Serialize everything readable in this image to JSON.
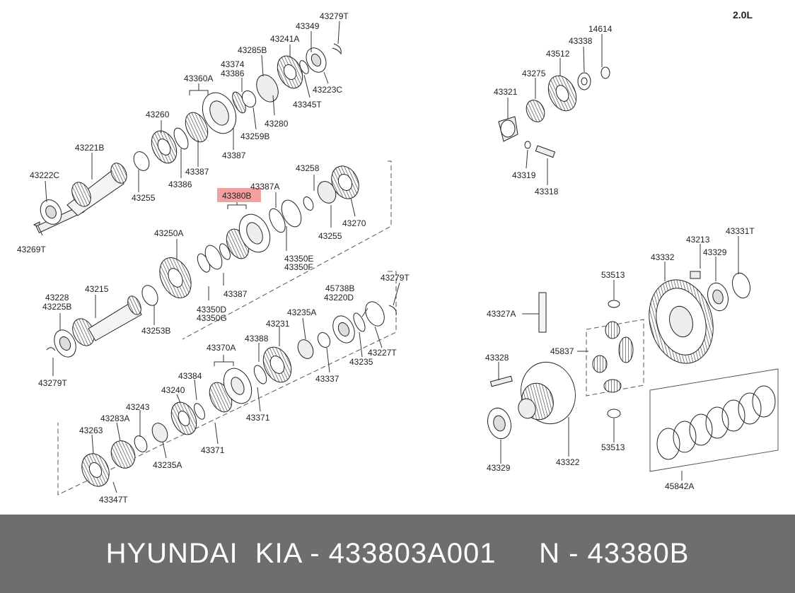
{
  "engine": "2.0L",
  "highlight_color": "#f4a0a0",
  "footer_bg": "#6e6e6e",
  "footer": {
    "brand": "HYUNDAI  KIA - 433803A001",
    "number": "N - 43380B"
  },
  "labels": {
    "p43279T_top": "43279T",
    "p43349": "43349",
    "p43241A": "43241A",
    "p43285B": "43285B",
    "p43374": "43374",
    "p43386_top": "43386",
    "p43360A": "43360A",
    "p43260": "43260",
    "p43221B": "43221B",
    "p43222C": "43222C",
    "p43269T": "43269T",
    "p43255_top": "43255",
    "p43386_mid": "43386",
    "p43387_top": "43387",
    "p43387_mid": "43387",
    "p43259B": "43259B",
    "p43280": "43280",
    "p43345T": "43345T",
    "p43223C": "43223C",
    "p43258": "43258",
    "p43387A": "43387A",
    "p43380B": "43380B",
    "p43270": "43270",
    "p43255_mid": "43255",
    "p43350E": "43350E",
    "p43350F": "43350F",
    "p43250A": "43250A",
    "p43387_low": "43387",
    "p43350D": "43350D",
    "p43350G": "43350G",
    "p43228": "43228",
    "p43225B": "43225B",
    "p43215": "43215",
    "p43253B": "43253B",
    "p43279T_left": "43279T",
    "p43279T_right": "43279T",
    "p45738B": "45738B",
    "p43220D": "43220D",
    "p43235A_top": "43235A",
    "p43231": "43231",
    "p43388": "43388",
    "p43370A": "43370A",
    "p43384": "43384",
    "p43240": "43240",
    "p43243": "43243",
    "p43283A": "43283A",
    "p43263": "43263",
    "p43347T": "43347T",
    "p43235A_low": "43235A",
    "p43371_a": "43371",
    "p43371_b": "43371",
    "p43337": "43337",
    "p43235": "43235",
    "p43227T": "43227T",
    "p14614": "14614",
    "p43338": "43338",
    "p43512": "43512",
    "p43275": "43275",
    "p43321": "43321",
    "p43319": "43319",
    "p43318": "43318",
    "p43213": "43213",
    "p43331T": "43331T",
    "p43332": "43332",
    "p43329_top": "43329",
    "p53513_top": "53513",
    "p43327A": "43327A",
    "p45837": "45837",
    "p43328": "43328",
    "p53513_low": "53513",
    "p43329_low": "43329",
    "p43322": "43322",
    "p45842A": "45842A"
  }
}
